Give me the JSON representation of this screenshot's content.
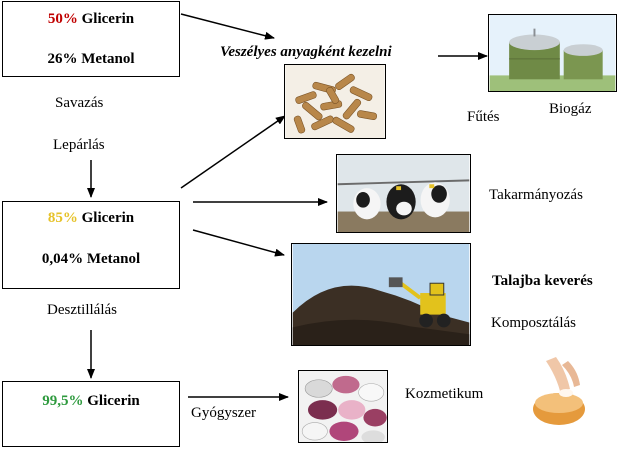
{
  "box_top": {
    "line1_pct": "50%",
    "line1_word": "Glicerin",
    "line2": "26% Metanol"
  },
  "box_mid": {
    "line1_pct": "85%",
    "line1_word": "Glicerin",
    "line2": "0,04% Metanol"
  },
  "box_bottom": {
    "line1_pct": "99,5%",
    "line1_word": "Glicerin"
  },
  "labels": {
    "savazas": "Savazás",
    "leparlas": "Lepárlás",
    "desztillalas": "Desztillálás",
    "veszelyes": "Veszélyes anyagként kezelni",
    "futes": "Fűtés",
    "biogaz": "Biogáz",
    "takarmanyozas": "Takarmányozás",
    "talajba": "Talajba keverés",
    "komposztalas": "Komposztálás",
    "gyogyszer": "Gyógyszer",
    "kozmetikum": "Kozmetikum"
  },
  "colors": {
    "pct_top": "#c00000",
    "pct_mid": "#e6c229",
    "pct_bottom": "#2e9a3e"
  },
  "images": {
    "pellets": "wood-pellets-photo",
    "biogas": "biogas-plant-photo",
    "cows": "dairy-cows-photo",
    "compost": "compost-loader-photo",
    "pills": "pills-photo",
    "cosmetic": "cosmetic-cream-photo"
  }
}
